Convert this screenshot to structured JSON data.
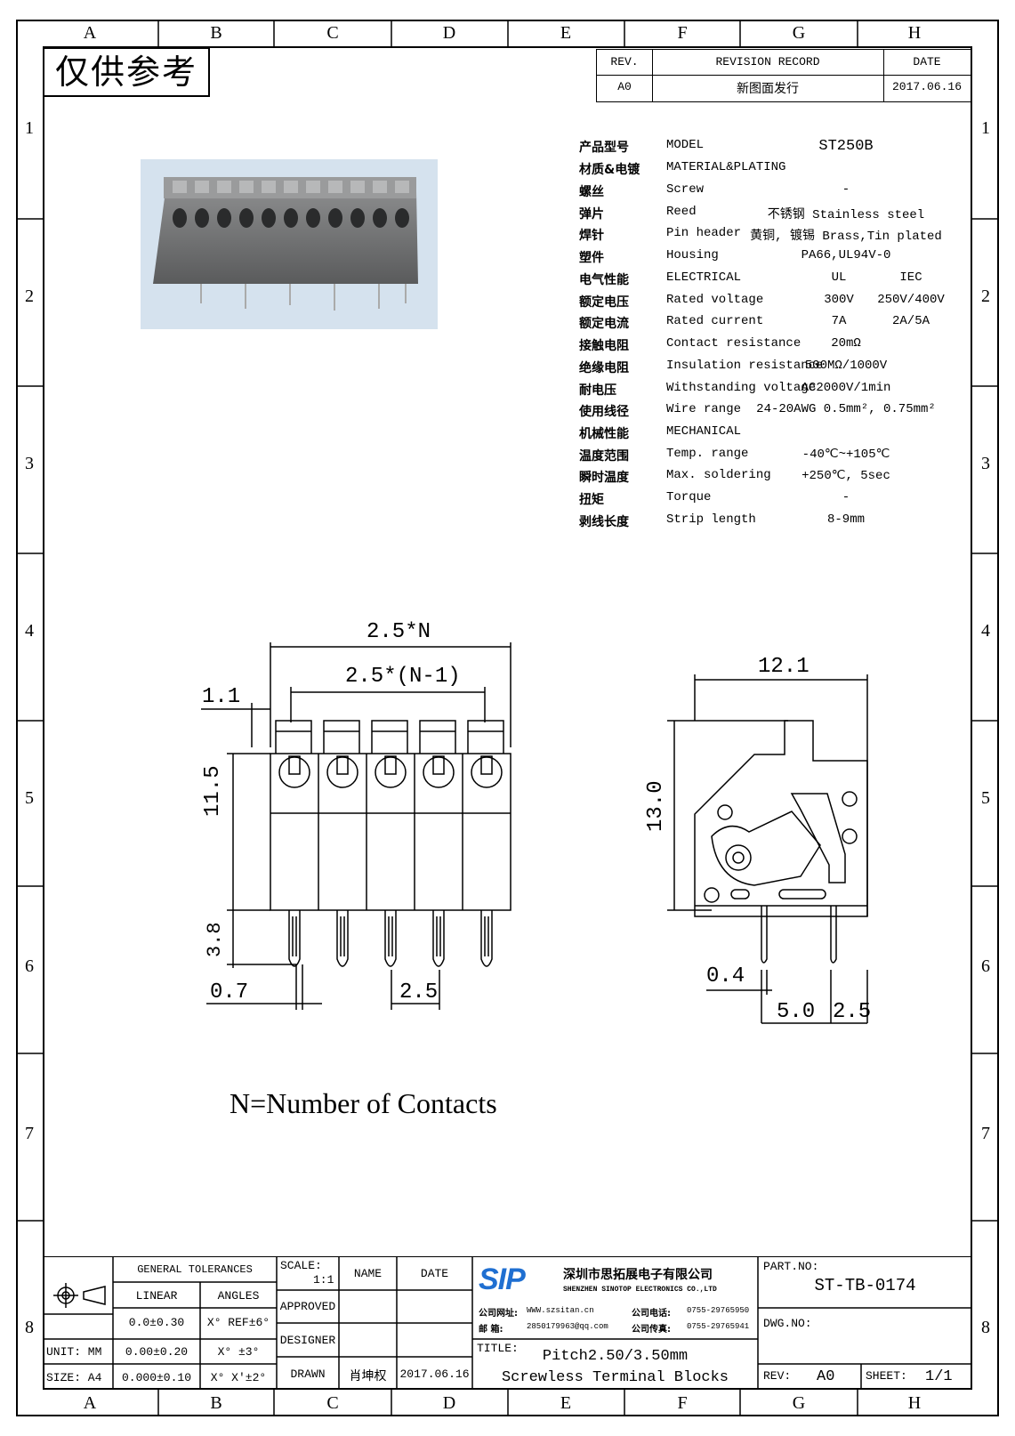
{
  "stamp": "仅供参考",
  "zones": {
    "columns": [
      "A",
      "B",
      "C",
      "D",
      "E",
      "F",
      "G",
      "H"
    ],
    "rows": [
      "1",
      "2",
      "3",
      "4",
      "5",
      "6",
      "7",
      "8"
    ]
  },
  "revision": {
    "rev_header": "REV.",
    "record_header": "REVISION RECORD",
    "date_header": "DATE",
    "rev": "A0",
    "record": "新图面发行",
    "date": "2017.06.16"
  },
  "specs": [
    {
      "cn": "产品型号",
      "en": "MODEL",
      "v1": "ST250B",
      "v2": ""
    },
    {
      "cn": "材质&电镀",
      "en": "MATERIAL&PLATING",
      "v1": "",
      "v2": ""
    },
    {
      "cn": "螺丝",
      "en": "Screw",
      "v1": "-",
      "v2": ""
    },
    {
      "cn": "弹片",
      "en": "Reed",
      "v1": "不锈钢 Stainless steel",
      "v2": ""
    },
    {
      "cn": "焊针",
      "en": "Pin header",
      "v1": "黄铜, 镀锡 Brass,Tin plated",
      "v2": ""
    },
    {
      "cn": "塑件",
      "en": "Housing",
      "v1": "PA66,UL94V-0",
      "v2": ""
    },
    {
      "cn": "电气性能",
      "en": "ELECTRICAL",
      "v1": "UL",
      "v2": "IEC"
    },
    {
      "cn": "额定电压",
      "en": "Rated voltage",
      "v1": "300V",
      "v2": "250V/400V"
    },
    {
      "cn": "额定电流",
      "en": "Rated current",
      "v1": "7A",
      "v2": "2A/5A"
    },
    {
      "cn": "接触电阻",
      "en": "Contact resistance",
      "v1": "20mΩ",
      "v2": ""
    },
    {
      "cn": "绝缘电阻",
      "en": "Insulation resistance",
      "v1": "500MΩ/1000V",
      "v2": ""
    },
    {
      "cn": "耐电压",
      "en": "Withstanding voltage",
      "v1": "AC2000V/1min",
      "v2": ""
    },
    {
      "cn": "使用线径",
      "en": "Wire range",
      "v1": "24-20AWG 0.5mm², 0.75mm²",
      "v2": ""
    },
    {
      "cn": "机械性能",
      "en": "MECHANICAL",
      "v1": "",
      "v2": ""
    },
    {
      "cn": "温度范围",
      "en": "Temp. range",
      "v1": "-40℃~+105℃",
      "v2": ""
    },
    {
      "cn": "瞬时温度",
      "en": "Max. soldering",
      "v1": "+250℃, 5sec",
      "v2": ""
    },
    {
      "cn": "扭矩",
      "en": "Torque",
      "v1": "-",
      "v2": ""
    },
    {
      "cn": "剥线长度",
      "en": "Strip length",
      "v1": "8-9mm",
      "v2": ""
    }
  ],
  "dims": {
    "total_width": "2.5*N",
    "pitch_span": "2.5*(N-1)",
    "offset": "1.1",
    "height": "11.5",
    "pin_length": "3.8",
    "pin_width": "0.7",
    "pitch": "2.5",
    "depth": "12.1",
    "side_height": "13.0",
    "pin_thk": "0.4",
    "pin_row": "5.0",
    "pin_pitch_side": "2.5"
  },
  "note": "N=Number of Contacts",
  "title_block": {
    "general_tolerances": "GENERAL TOLERANCES",
    "linear": "LINEAR",
    "angles": "ANGLES",
    "tol1_lin": "0.0±0.30",
    "tol1_ang": "X° REF±6°",
    "tol2_lin": "0.00±0.20",
    "tol2_ang": "X° ±3°",
    "tol3_lin": "0.000±0.10",
    "tol3_ang": "X° X'±2°",
    "unit": "UNIT: MM",
    "size": "SIZE: A4",
    "scale_label": "SCALE:",
    "scale": "1:1",
    "name": "NAME",
    "date": "DATE",
    "approved": "APPROVED",
    "designer": "DESIGNER",
    "drawn": "DRAWN",
    "drawn_name": "肖坤权",
    "drawn_date": "2017.06.16",
    "logo": "SIP",
    "company_cn": "深圳市思拓展电子有限公司",
    "company_en": "SHENZHEN SINOTOP ELECTRONICS CO.,LTD",
    "web_label": "公司网址:",
    "web": "WWW.szsitan.cn",
    "mail_label": "邮    箱:",
    "mail": "2850179963@qq.com",
    "phone_label": "公司电话:",
    "phone": "0755-29765950",
    "fax_label": "公司传真:",
    "fax": "0755-29765941",
    "title_label": "TITLE:",
    "title1": "Pitch2.50/3.50mm",
    "title2": "Screwless Terminal Blocks",
    "part_label": "PART.NO:",
    "part": "ST-TB-0174",
    "dwg_label": "DWG.NO:",
    "rev_label": "REV:",
    "rev": "A0",
    "sheet_label": "SHEET:",
    "sheet": "1/1"
  },
  "colors": {
    "photo_bg": "#d5e2ee",
    "housing": "#6a6b6c",
    "logo_blue": "#1f6fd1"
  }
}
